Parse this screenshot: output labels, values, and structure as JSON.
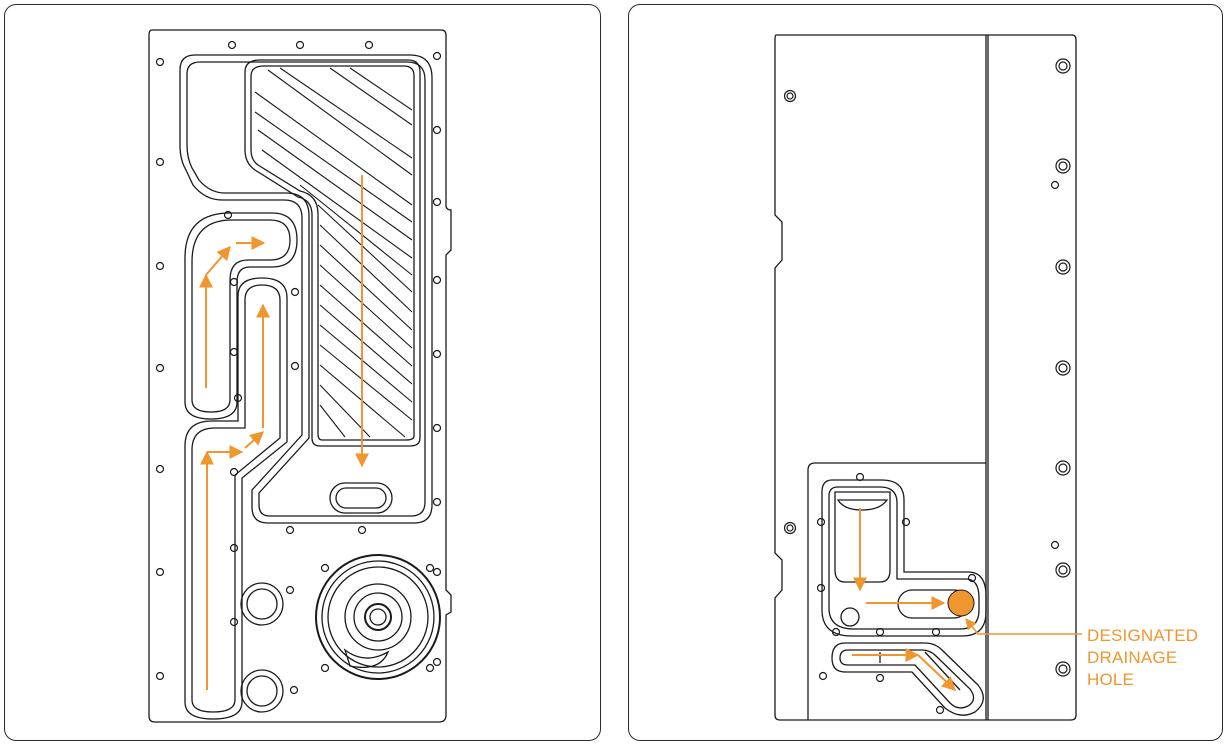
{
  "callout": {
    "lines": [
      "DESIGNATED",
      "DRAINAGE",
      "HOLE"
    ]
  },
  "colors": {
    "accent": "#F0962E",
    "line": "#1a1a1a",
    "background": "#ffffff"
  }
}
